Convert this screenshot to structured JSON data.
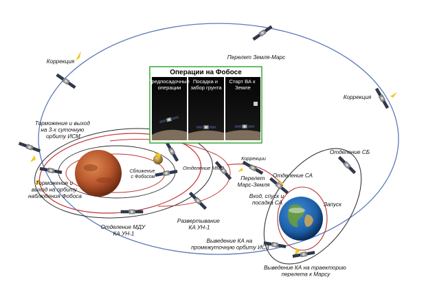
{
  "inset": {
    "title": "Операции на Фобосе",
    "panels": [
      {
        "lines": [
          "Предпосадочные",
          "операции"
        ]
      },
      {
        "lines": [
          "Посадка и",
          "забор грунта"
        ]
      },
      {
        "lines": [
          "Старт ВА к",
          "Земле"
        ]
      }
    ]
  },
  "labels": {
    "transfer_earth_mars": "Перелет Земля-Марс",
    "correction_left": "Коррекция",
    "correction_right": "Коррекция",
    "braking_3day": [
      "Торможение и выход",
      "на 3-х суточную",
      "орбиту ИСМ"
    ],
    "braking_phobos": [
      "Торможение и",
      "выход на орбиту",
      "наблюдения Фобоса"
    ],
    "approach_phobos": [
      "Сближение",
      "с Фобосом"
    ],
    "separation_mmc": "Отделение ММС",
    "corrections": "Коррекции",
    "transfer_mars_earth": [
      "Перелет",
      "Марс-Земля"
    ],
    "separation_sa": "Отделение СА",
    "separation_sb": "Отделение СБ",
    "entry_descent": [
      "Вход, спуск и",
      "посадка СА"
    ],
    "launch": "Запуск",
    "separation_mdu": [
      "Отделение МДУ",
      "КА УН-1"
    ],
    "deploy": [
      "Развертывание",
      "КА УН-1"
    ],
    "leo_insertion": [
      "Выведение КА на",
      "промежуточную орбиту ИСЗ"
    ],
    "trajectory_insertion": [
      "Выведение КА на траекторию",
      "перелета к Марсу"
    ]
  },
  "colors": {
    "transfer_orbit": "#5a78b8",
    "mars_orbit_dark": "#2a2a2a",
    "mars_orbit_red": "#c03030",
    "inset_border": "#3fae3f",
    "mars": "#b5552b",
    "earth_ocean": "#1d5fa8"
  }
}
